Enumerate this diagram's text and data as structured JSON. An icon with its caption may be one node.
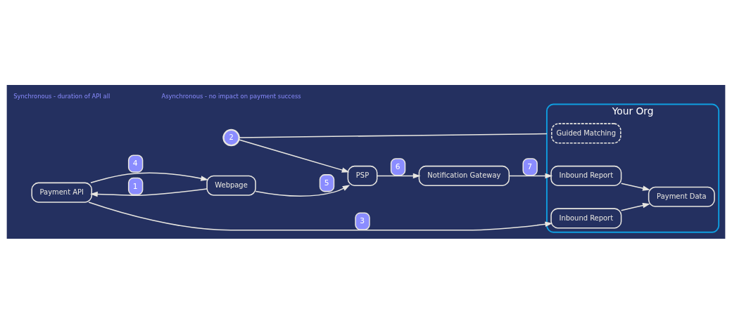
{
  "diagram": {
    "nodes": [
      {
        "text": [
          "2"
        ]
      },
      {
        "text": [
          "Your Org"
        ]
      },
      {
        "text": [
          "Guided Matching"
        ],
        "in": 1
      },
      {
        "text": [
          "Webpage"
        ]
      },
      {
        "text": [
          "Payment API"
        ]
      },
      {
        "text": [
          "Inbound Report"
        ],
        "in": 1
      },
      {
        "text": [
          "Payment Data"
        ],
        "in": 1
      },
      {
        "text": [
          "PSP"
        ]
      },
      {
        "text": [
          "Notification Gateway"
        ]
      },
      {
        "text": [
          "Inbound Report"
        ],
        "in": 1
      }
    ],
    "edges": [
      {
        "from": 0,
        "to": 1,
        "arrow": "none"
      },
      {
        "from": 0,
        "to": 7,
        "arrow": "to"
      },
      {
        "from": 3,
        "to": 4,
        "arrow": "to",
        "label": "1"
      },
      {
        "from": 4,
        "to": 3,
        "arrow": "to",
        "label": "4"
      },
      {
        "from": 4,
        "to": 5,
        "arrow": "to",
        "label": "3"
      },
      {
        "from": 3,
        "to": 7,
        "arrow": "to",
        "label": "5"
      },
      {
        "from": 7,
        "to": 8,
        "arrow": "to",
        "label": "6"
      },
      {
        "from": 8,
        "to": 9,
        "arrow": "to",
        "label": "7"
      },
      {
        "from": 5,
        "to": 6,
        "arrow": "to"
      },
      {
        "from": 9,
        "to": 6,
        "arrow": "to"
      }
    ],
    "labels": [
      "Synchronous - duration of API all",
      "Asynchronous - no impact on payment success"
    ]
  }
}
